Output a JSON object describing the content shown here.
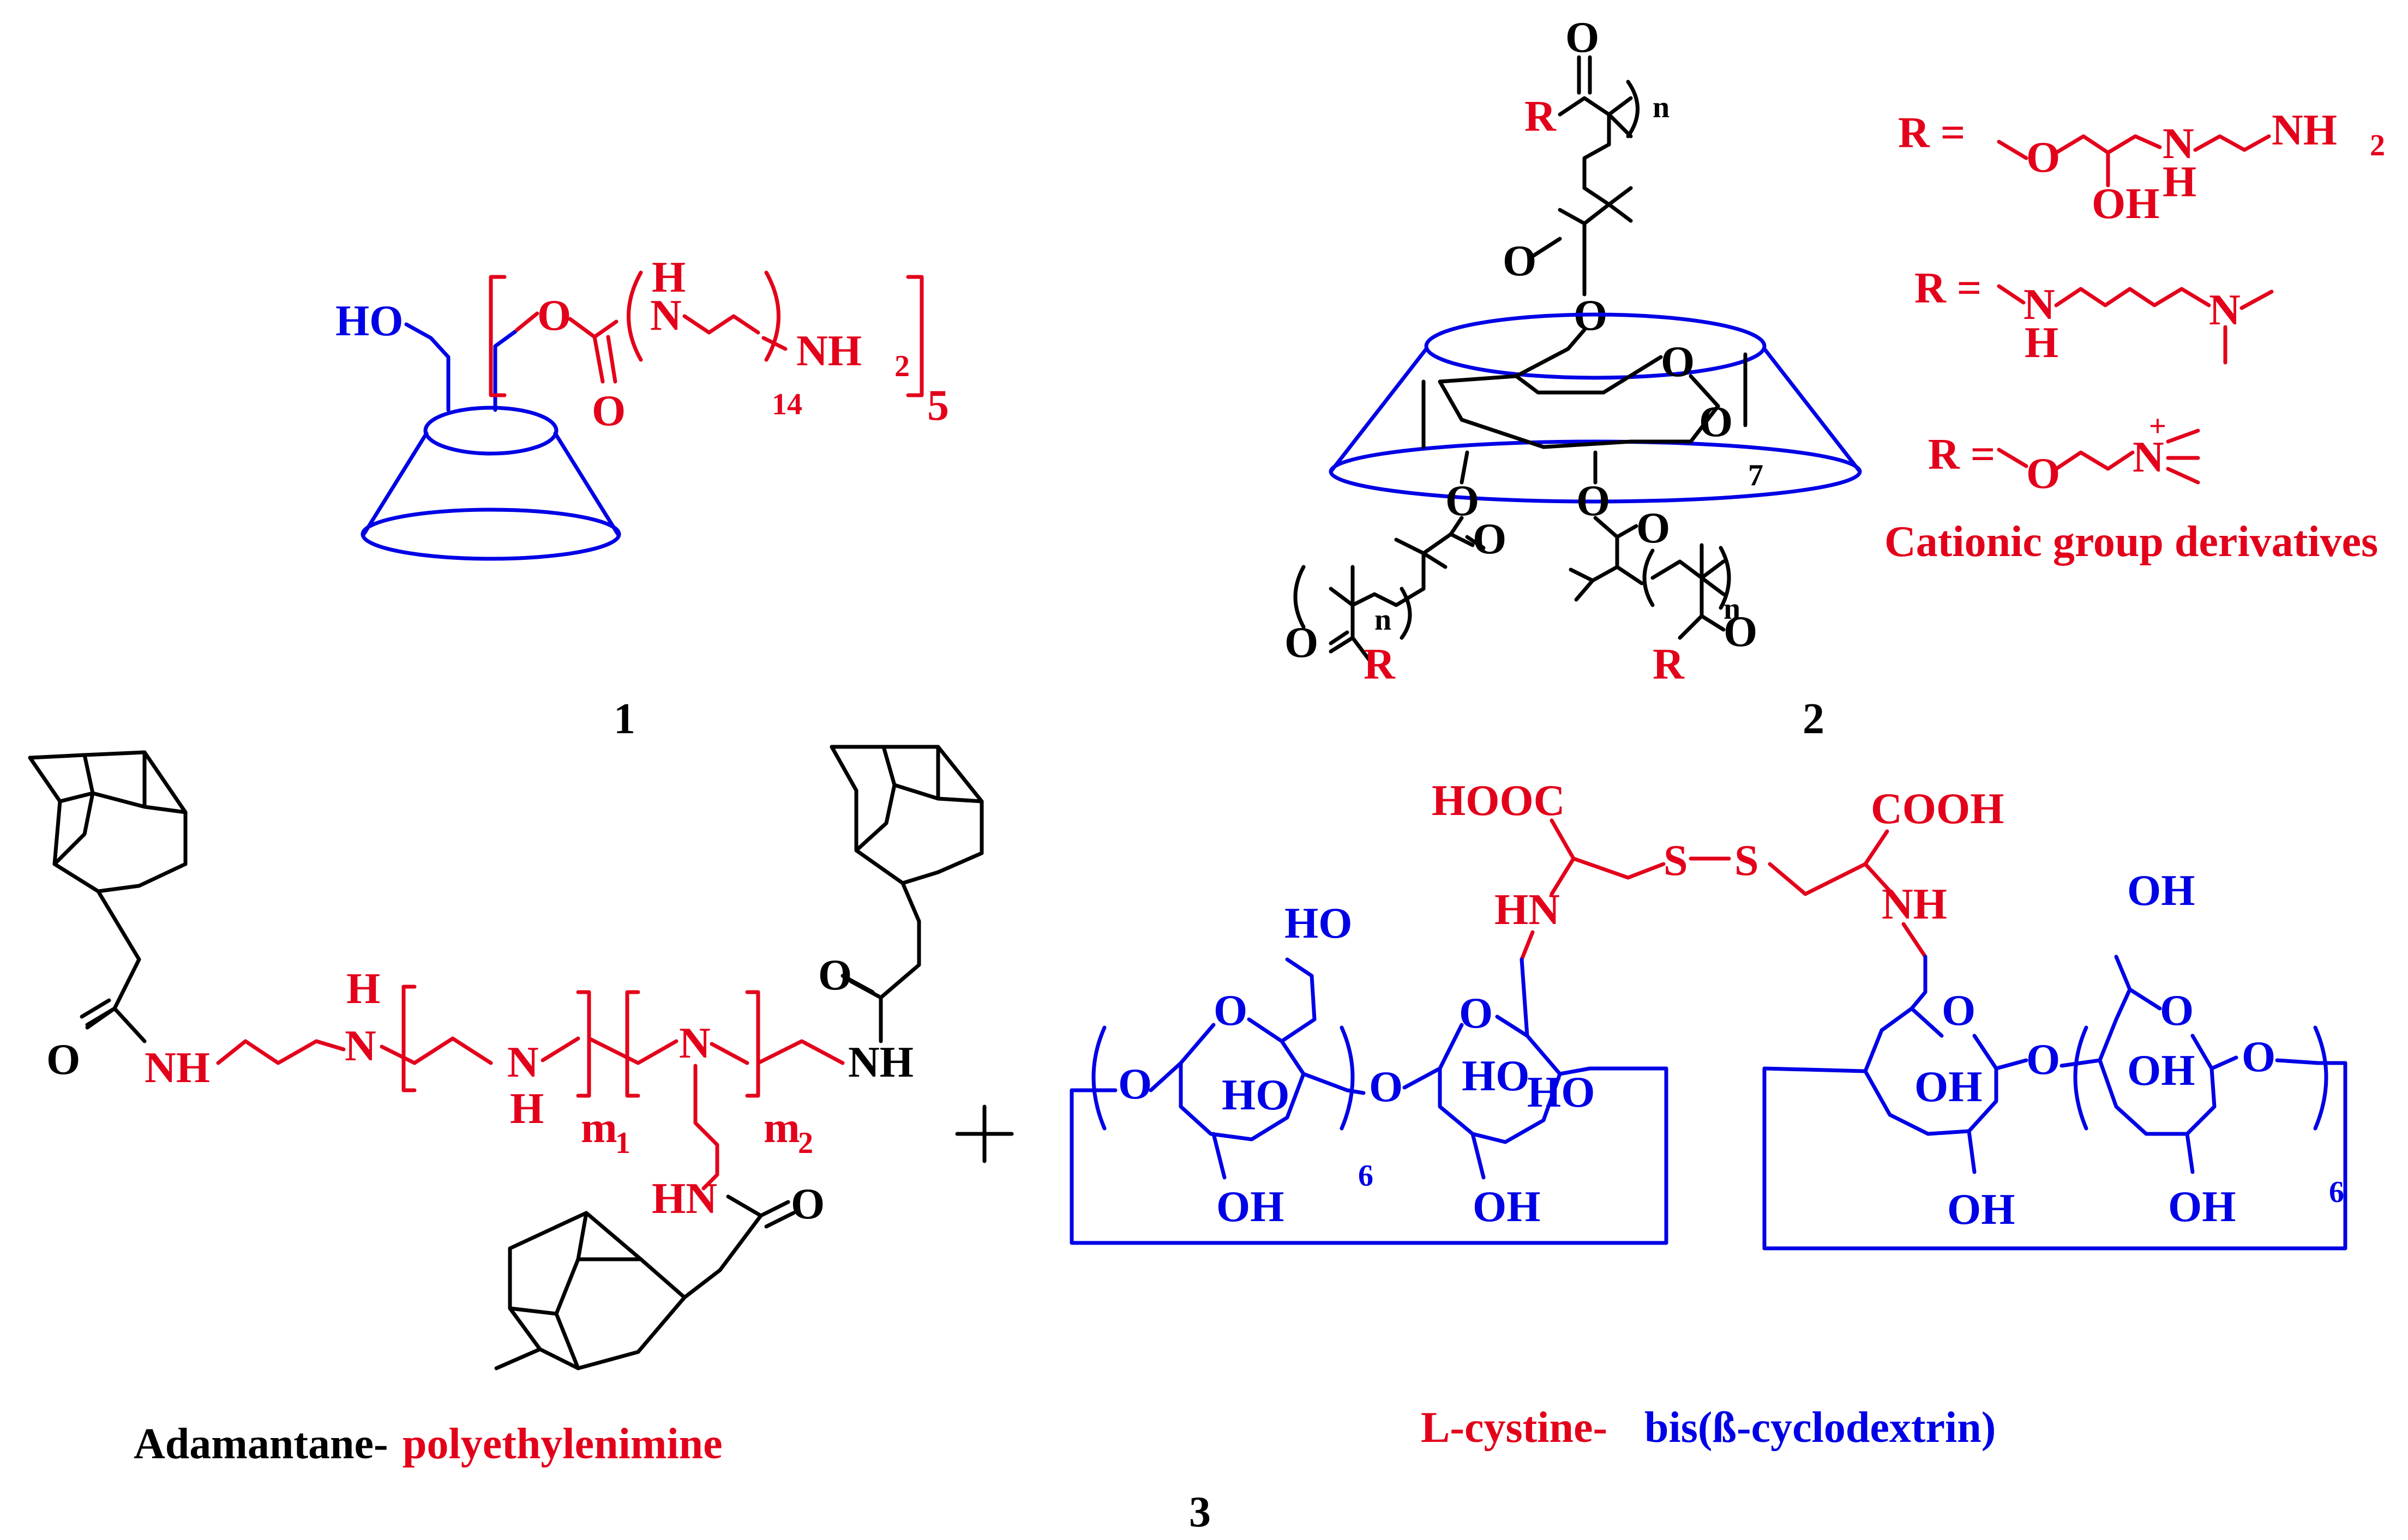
{
  "colors": {
    "black": "#000000",
    "red": "#e3001b",
    "blue": "#0000e6"
  },
  "compound_labels": {
    "c1": "1",
    "c2": "2",
    "c3": "3"
  },
  "c1": {
    "ho": "HO",
    "h": "H",
    "n": "N",
    "nh2": "NH",
    "nh2_sub": "2",
    "o": "O",
    "rep14": "14",
    "rep5": "5"
  },
  "c2": {
    "o": "O",
    "r": "R",
    "n": "n",
    "rep7": "7"
  },
  "r_groups": {
    "r_eq": "R =",
    "g1_o": "O",
    "g1_n": "N",
    "g1_h": "H",
    "g1_oh": "OH",
    "g1_nh2": "NH",
    "g1_nh2_sub": "2",
    "g2_n1": "N",
    "g2_h": "H",
    "g2_n2": "N",
    "g3_o": "O",
    "g3_n": "N",
    "g3_plus": "+",
    "caption": "Cationic group derivatives"
  },
  "c3": {
    "o": "O",
    "nh": "NH",
    "h": "H",
    "n": "N",
    "hn": "HN",
    "m": "m",
    "m1_sub": "1",
    "m2_sub": "2",
    "caption_a": "Adamantane-",
    "caption_b": "polyethylenimine",
    "plus": "+"
  },
  "cd": {
    "hooc": "HOOC",
    "cooh": "COOH",
    "s": "S",
    "hn": "HN",
    "nh": "NH",
    "ho": "HO",
    "oh": "OH",
    "o": "O",
    "rep6": "6",
    "caption_a": "L-cystine-",
    "caption_b": "bis(ß-cyclodextrin)"
  }
}
